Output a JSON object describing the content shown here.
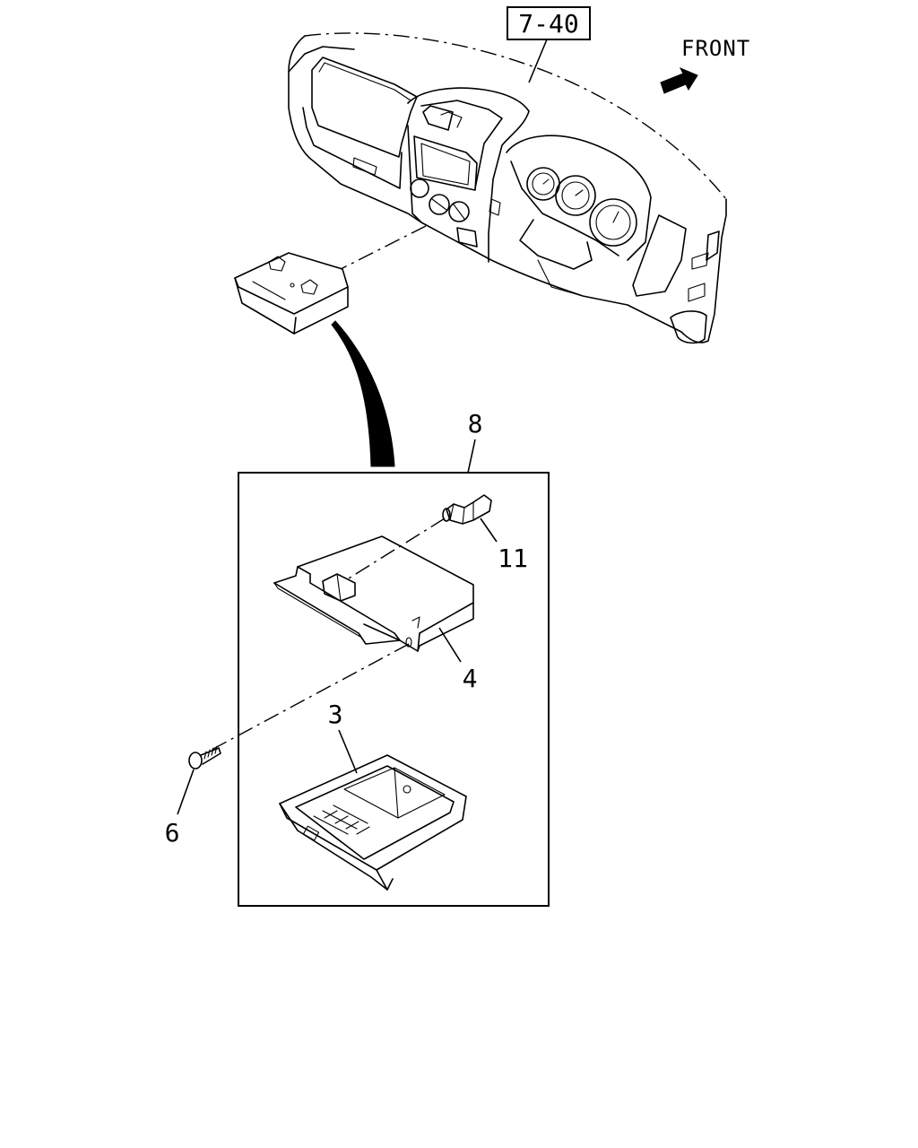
{
  "reference_box": {
    "label": "7-40"
  },
  "orientation": {
    "label": "FRONT"
  },
  "callouts": [
    {
      "id": "8",
      "label": "8"
    },
    {
      "id": "11",
      "label": "11"
    },
    {
      "id": "4",
      "label": "4"
    },
    {
      "id": "3",
      "label": "3"
    },
    {
      "id": "6",
      "label": "6"
    }
  ]
}
